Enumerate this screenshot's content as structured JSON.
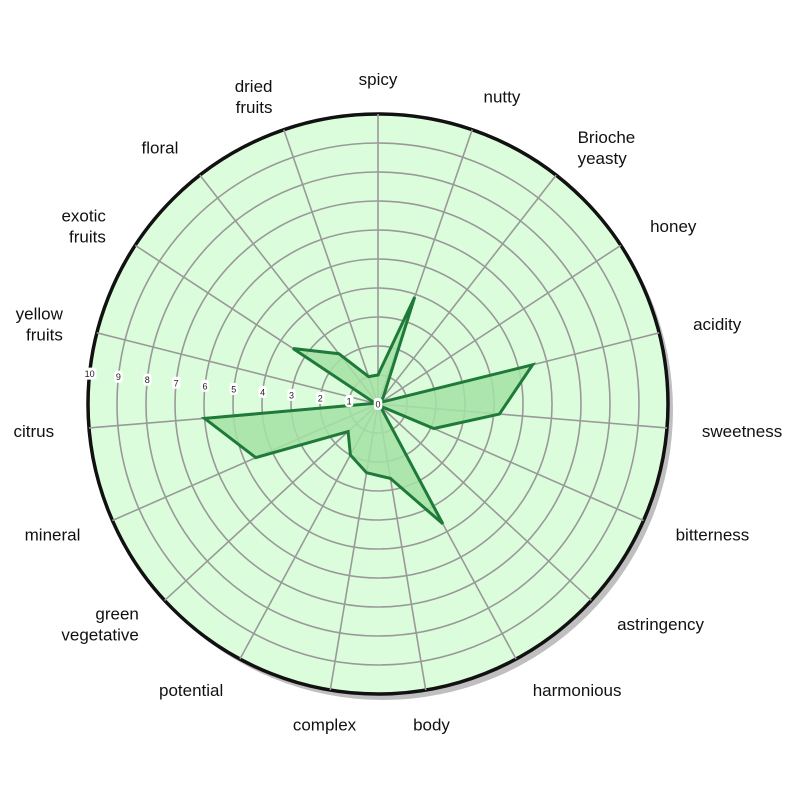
{
  "chart_data": {
    "type": "radar",
    "axes": [
      [
        "spicy"
      ],
      [
        "nutty"
      ],
      [
        "Brioche",
        "yeasty"
      ],
      [
        "honey"
      ],
      [
        "acidity"
      ],
      [
        "sweetness"
      ],
      [
        "bitterness"
      ],
      [
        "astringency"
      ],
      [
        "harmonious"
      ],
      [
        "body"
      ],
      [
        "complex"
      ],
      [
        "potential"
      ],
      [
        "green",
        "vegetative"
      ],
      [
        "mineral"
      ],
      [
        "citrus"
      ],
      [
        "yellow",
        "fruits"
      ],
      [
        "exotic",
        "fruits"
      ],
      [
        "floral"
      ],
      [
        "dried",
        "fruits"
      ]
    ],
    "values": [
      1,
      3.9,
      0.3,
      0.1,
      5.5,
      4.2,
      2.1,
      0.1,
      4.7,
      2.6,
      2.4,
      2.0,
      1.4,
      4.6,
      6.0,
      0.1,
      3.5,
      2.2,
      1.0
    ],
    "rlim": [
      0,
      10
    ],
    "tick_labels": [
      "0",
      "1",
      "2",
      "3",
      "4",
      "5",
      "6",
      "7",
      "8",
      "9",
      "10"
    ],
    "grid": true,
    "colors": {
      "background": "#dcfddc",
      "grid": "#999999",
      "outline": "#111111",
      "shadow": "#888888",
      "fill": "#a4e2a4",
      "stroke": "#1f7a3a"
    }
  }
}
